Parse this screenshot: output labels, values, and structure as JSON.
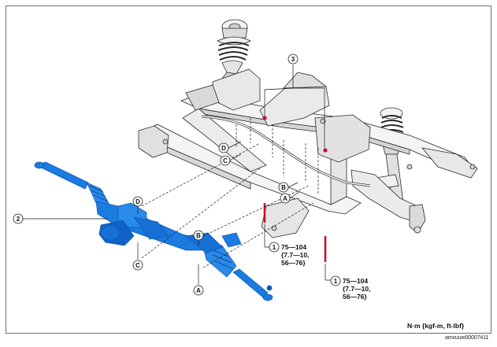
{
  "callouts": {
    "one": "1",
    "two": "2",
    "three": "3",
    "a": "A",
    "b": "B",
    "c": "C",
    "d": "D"
  },
  "torque_spec_1": "75—104\n{7.7—10,\n56—76}",
  "torque_spec_2": "75—104\n{7.7—10,\n56—76}",
  "units_note": "N·m {kgf-m, ft-lbf}",
  "document_id": "amxuuw00007411",
  "colors": {
    "steering_gear": "#1a7be0",
    "steering_gear_dark": "#0d57b0",
    "crossmember": "#f2f2f2",
    "outline": "#2a2a2a",
    "bolt": "#c8102e"
  }
}
